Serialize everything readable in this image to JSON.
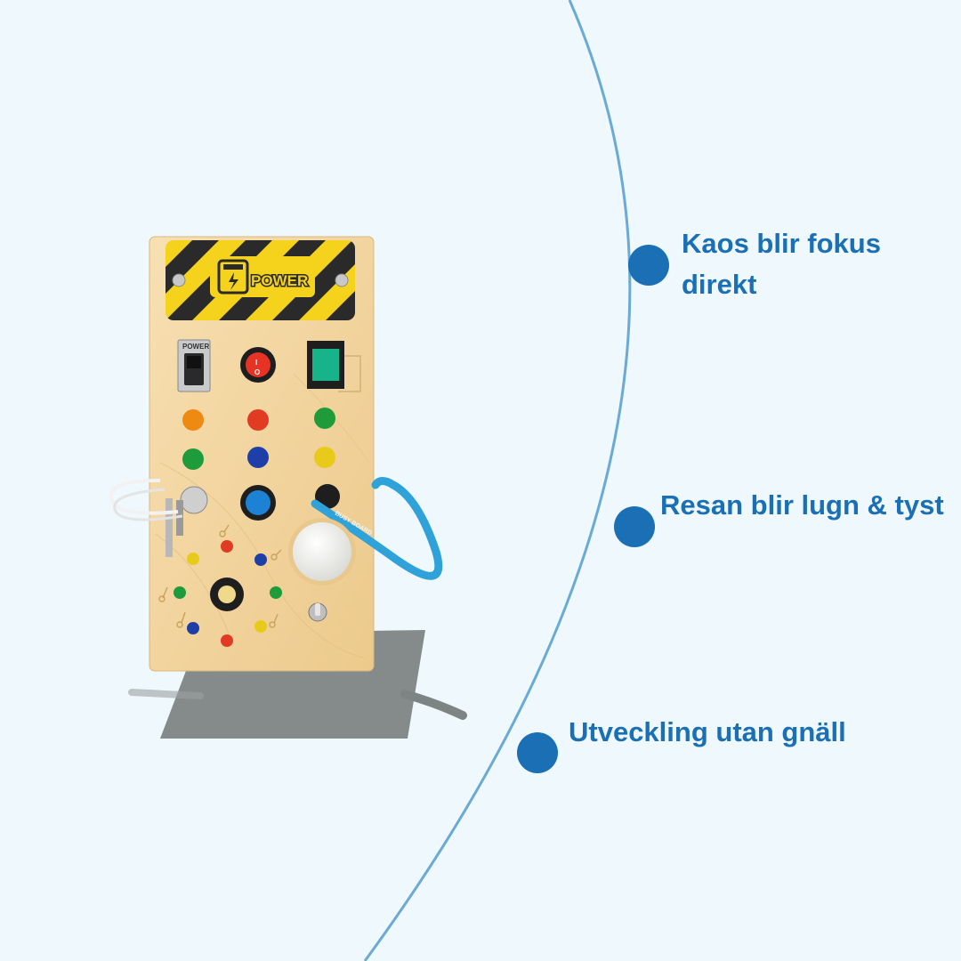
{
  "colors": {
    "background": "#eff8fd",
    "accent": "#1a6fb5",
    "timeline": "#6aaad4",
    "wood": "#f4d9a6",
    "stripe_yellow": "#f5d21c",
    "stripe_dark": "#2a2a2a",
    "cable": "#2fa3d9"
  },
  "product": {
    "name": "busy-board-toy",
    "plate_label": "POWER",
    "switch_label": "POWER",
    "rocker_on": "I",
    "rocker_off": "O",
    "cable_print": "BUSY BOARD"
  },
  "features": [
    {
      "label": "Kaos blir fokus direkt"
    },
    {
      "label": "Resan blir lugn & tyst"
    },
    {
      "label": "Utveckling utan gnäll"
    }
  ]
}
